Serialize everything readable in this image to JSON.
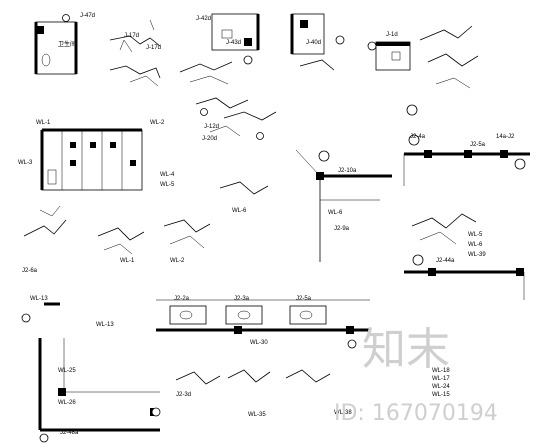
{
  "labels": {
    "bathroom_tag": "卫生间",
    "j47a": "J-47d",
    "j17d_a": "J-17d",
    "j17d_b": "J-17d",
    "j42d": "J-42d",
    "j43d": "J-43d",
    "j40d": "J-40d",
    "j1d": "J-1d",
    "j12d": "J-12d",
    "j20d": "J-20d",
    "wl1": "WL-1",
    "wl2": "WL-2",
    "wl3": "WL-3",
    "wl4": "WL-4",
    "wl5": "WL-5",
    "j2_6a": "J2-6a",
    "wl1_note": "WL-1",
    "wl2_note": "WL-2",
    "wl6": "WL-6",
    "j2_10a": "J2-10a",
    "wl6b": "WL-6",
    "j2_9a": "J2-9a",
    "j2_4a": "J2-4a",
    "j14a_j2": "14a-J2",
    "j2_5a": "J2-5a",
    "wl5b": "WL-5",
    "wl6c": "WL-6",
    "wl39": "WL-39",
    "j2_44a": "J2-44a",
    "j2_2a": "J2-2a",
    "j2_3a": "J2-3a",
    "j2_5a_b": "J2-5a",
    "wl30": "WL-30",
    "wl25": "WL-25",
    "wl26": "WL-26",
    "j2_48a": "J2-48a",
    "wl13": "WL-13",
    "wl13b": "WL-13",
    "j2_3b": "J2-3d",
    "wl35": "WL-35",
    "wl38": "WL-38",
    "wl18": "WL-18",
    "wl17": "WL-17",
    "wl24": "WL-24",
    "wl15": "WL-15"
  },
  "watermark": {
    "brand": "知末",
    "id": "ID: 167070194"
  }
}
